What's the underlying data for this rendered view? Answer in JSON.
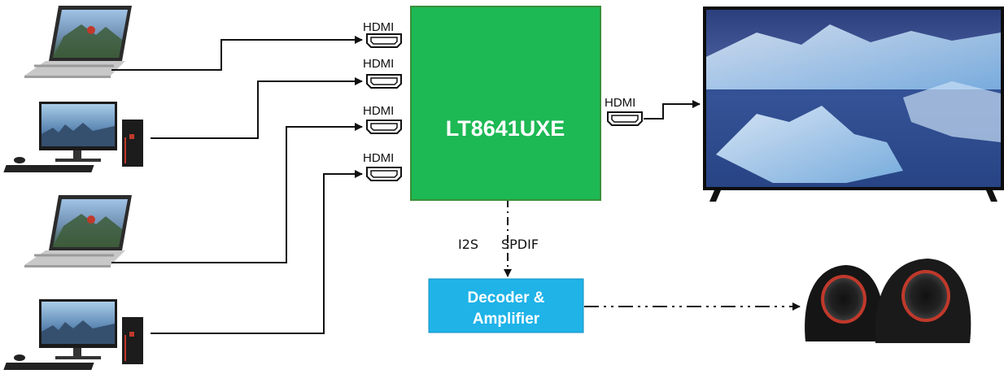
{
  "colors": {
    "chip": "#1db954",
    "chip_border": "#3a8f3a",
    "codec": "#1fb3e8",
    "line": "#111111"
  },
  "labels": {
    "hdmi_in_1": "HDMI",
    "hdmi_in_2": "HDMI",
    "hdmi_in_3": "HDMI",
    "hdmi_in_4": "HDMI",
    "hdmi_out": "HDMI",
    "chip": "LT8641UXE",
    "audio_i2s": "I2S",
    "audio_spdif": "SPDIF",
    "codec_line1": "Decoder &",
    "codec_line2": "Amplifier"
  },
  "icons": [
    "laptop-icon",
    "desktop-pc-icon",
    "laptop-icon",
    "desktop-pc-icon",
    "hdmi-port-icon",
    "tv-icon",
    "speakers-icon"
  ]
}
